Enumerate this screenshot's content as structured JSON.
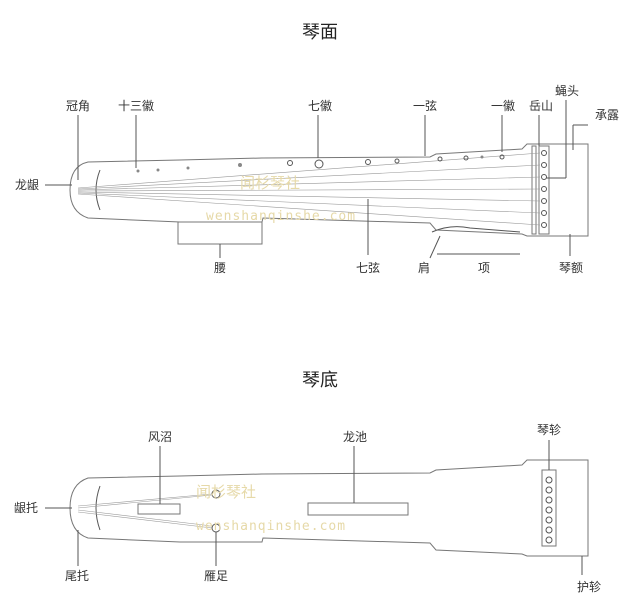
{
  "top": {
    "title": "琴面",
    "labels": {
      "guanjiao": "冠角",
      "shisanhui": "十三徽",
      "qihui": "七徽",
      "yixian": "一弦",
      "yihui": "一徽",
      "yueshan": "岳山",
      "yingtou": "蝇头",
      "chenglu": "承露",
      "longyin": "龙龈",
      "yao": "腰",
      "qixian": "七弦",
      "jian": "肩",
      "xiang": "项",
      "qine": "琴额"
    }
  },
  "bottom": {
    "title": "琴底",
    "labels": {
      "fengzhao": "风沼",
      "longchi": "龙池",
      "qinzhen": "琴轸",
      "yintuo": "龈托",
      "weituo": "尾托",
      "yanzu": "雁足",
      "huzhen": "护轸"
    }
  },
  "watermark": {
    "cn": "闻杉琴社",
    "url": "wenshanqinshe.com"
  },
  "colors": {
    "line": "#555555",
    "outline": "#777777",
    "watermark": "#e6d9a8"
  }
}
